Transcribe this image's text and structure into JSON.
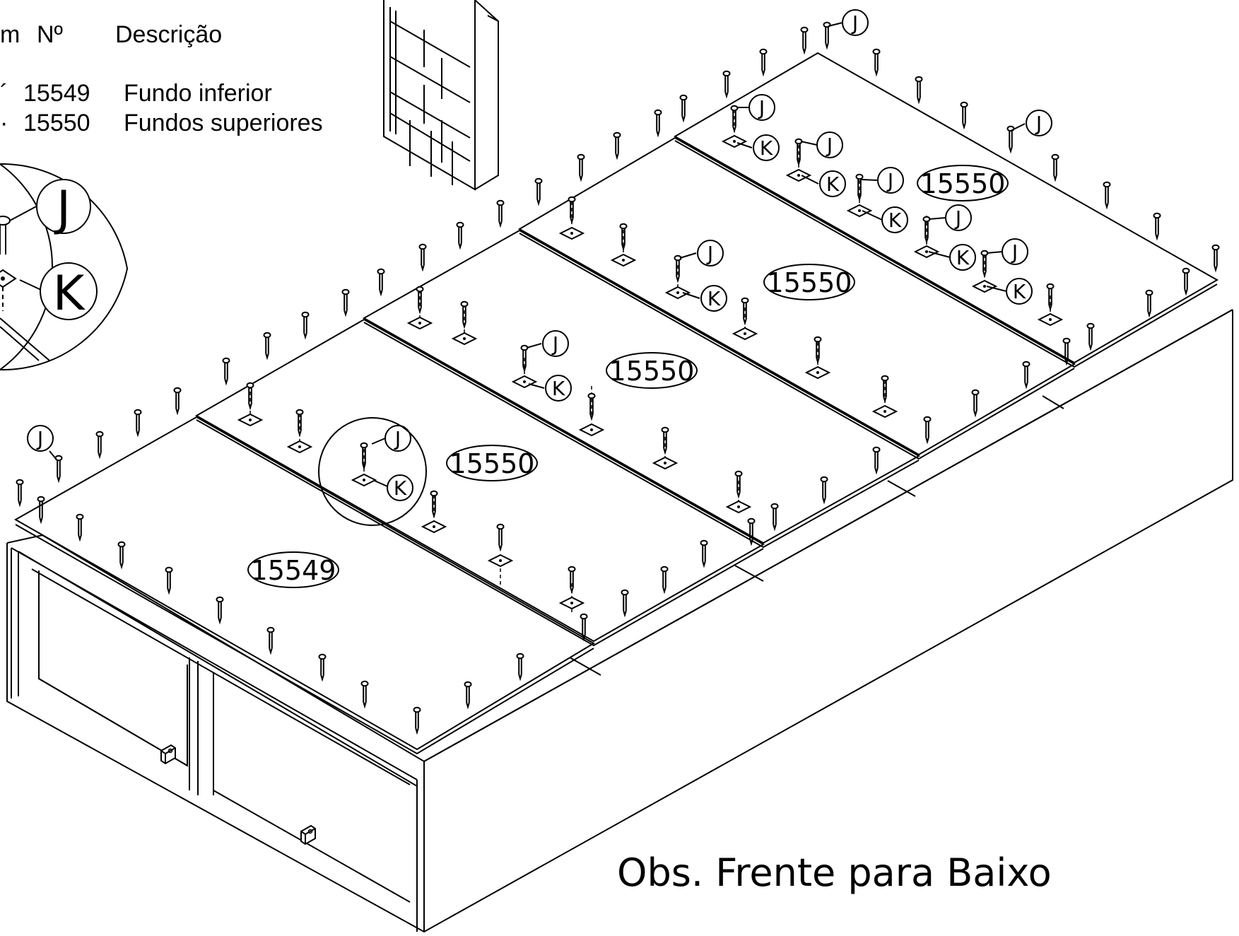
{
  "legend": {
    "header_item": "m",
    "header_number": "Nº",
    "header_description": "Descrição",
    "rows": [
      {
        "mark": "´",
        "number": "15549",
        "description": "Fundo inferior"
      },
      {
        "mark": "·",
        "number": "15550",
        "description": "Fundos superiores"
      }
    ]
  },
  "detail_callout": {
    "label_j": "J",
    "label_k": "K"
  },
  "hardware": {
    "nail_label": "J",
    "plate_label": "K"
  },
  "panels": [
    {
      "part_number": "15549"
    },
    {
      "part_number": "15550"
    },
    {
      "part_number": "15550"
    },
    {
      "part_number": "15550"
    },
    {
      "part_number": "15550"
    }
  ],
  "note": "Obs. Frente para Baixo",
  "colors": {
    "line": "#000000",
    "background": "#ffffff"
  }
}
